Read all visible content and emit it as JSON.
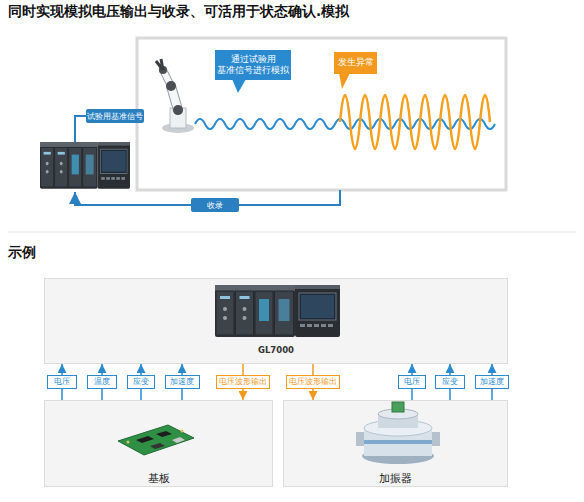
{
  "diagram": {
    "title": "同时实现模拟电压输出与收录、可活用于状态确认.模拟",
    "nodes": [
      {
        "text": [
          "通过试验用 基准信号进行模拟"
        ]
      },
      {
        "text": [
          "发生异常"
        ]
      },
      {
        "text": [
          "试验用基准信号"
        ]
      },
      {
        "text": [
          "收录"
        ]
      },
      {
        "text": [
          "GL7000"
        ]
      },
      {
        "text": [
          "基板"
        ]
      },
      {
        "text": [
          "加振器"
        ]
      }
    ],
    "edges": [
      {
        "from": 5,
        "to": 4,
        "label": "电压",
        "arrow": "to"
      },
      {
        "from": 5,
        "to": 4,
        "label": "温度",
        "arrow": "to"
      },
      {
        "from": 5,
        "to": 4,
        "label": "应变",
        "arrow": "to"
      },
      {
        "from": 5,
        "to": 4,
        "label": "加速度",
        "arrow": "to"
      },
      {
        "from": 4,
        "to": 5,
        "label": "电压波形输出",
        "arrow": "to"
      },
      {
        "from": 4,
        "to": 6,
        "label": "电压波形输出",
        "arrow": "to"
      },
      {
        "from": 6,
        "to": 4,
        "label": "电压",
        "arrow": "to"
      },
      {
        "from": 6,
        "to": 4,
        "label": "应变",
        "arrow": "to"
      },
      {
        "from": 6,
        "to": 4,
        "label": "加速度",
        "arrow": "to"
      }
    ],
    "labels": [
      "示例"
    ]
  }
}
